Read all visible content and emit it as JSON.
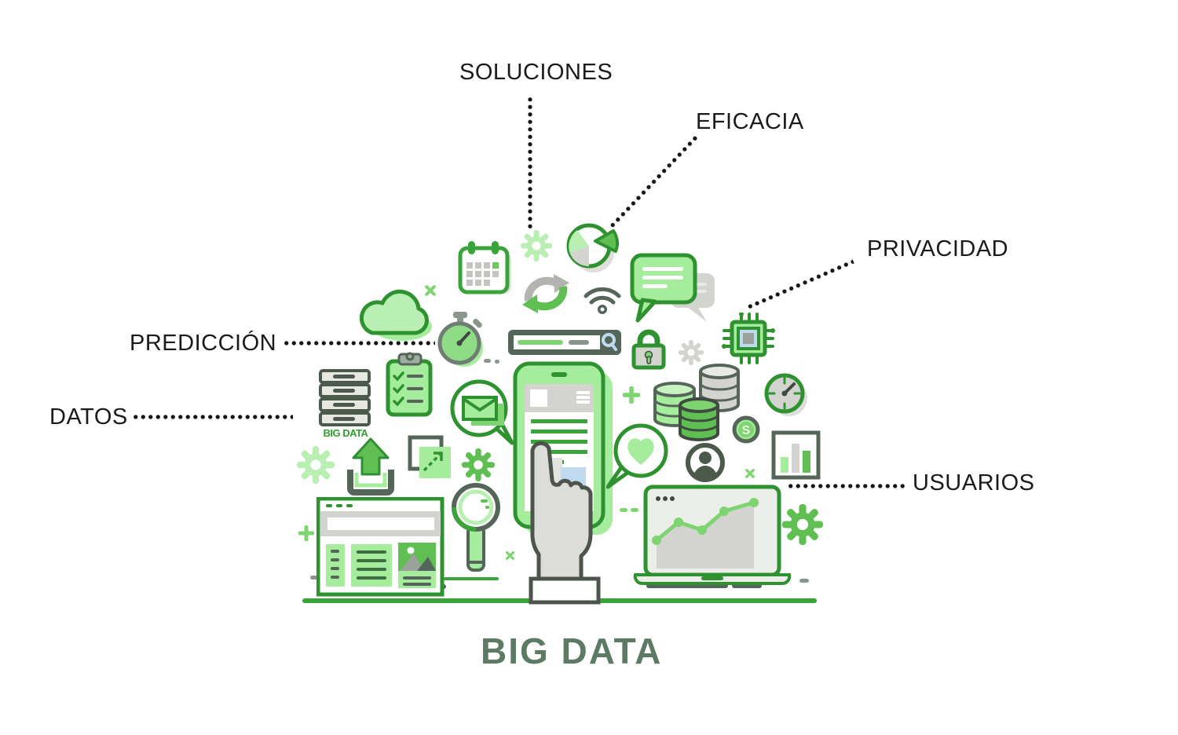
{
  "title": "BIG DATA",
  "labels": {
    "soluciones": "SOLUCIONES",
    "eficacia": "EFICACIA",
    "privacidad": "PRIVACIDAD",
    "prediccion": "PREDICCIÓN",
    "datos": "DATOS",
    "usuarios": "USUARIOS"
  },
  "server_caption": "BIG DATA",
  "coin_symbol": "S",
  "colors": {
    "accent_green": "#3aa33a",
    "outline_green": "#2f9230",
    "light_green": "#a5ec9d",
    "pale_green": "#b9efb3",
    "mid_green": "#5fbf52",
    "bright_green": "#7ed470",
    "gray": "#d3d3cf",
    "dark_gray_green": "#56655a",
    "hand_gray": "#dcdcd8",
    "light_blue": "#bfdaef",
    "title_green": "#5d7a64",
    "label_black": "#1b1b1b"
  },
  "icons": [
    "calendar-icon",
    "gear-icon",
    "pie-chart-icon",
    "sync-arrows-icon",
    "wifi-icon",
    "chat-bubbles-icon",
    "cloud-icon",
    "stopwatch-icon",
    "search-bar-icon",
    "lock-icon",
    "chip-icon",
    "clipboard-icon",
    "server-stack-icon",
    "database-cylinders-icon",
    "gauge-icon",
    "dollar-coin-icon",
    "user-avatar-icon",
    "bar-chart-icon",
    "email-bubble-icon",
    "heart-bubble-icon",
    "expand-icon",
    "upload-icon",
    "browser-window-icon",
    "magnifier-icon",
    "smartphone-icon",
    "hand-cursor-icon",
    "laptop-chart-icon"
  ]
}
